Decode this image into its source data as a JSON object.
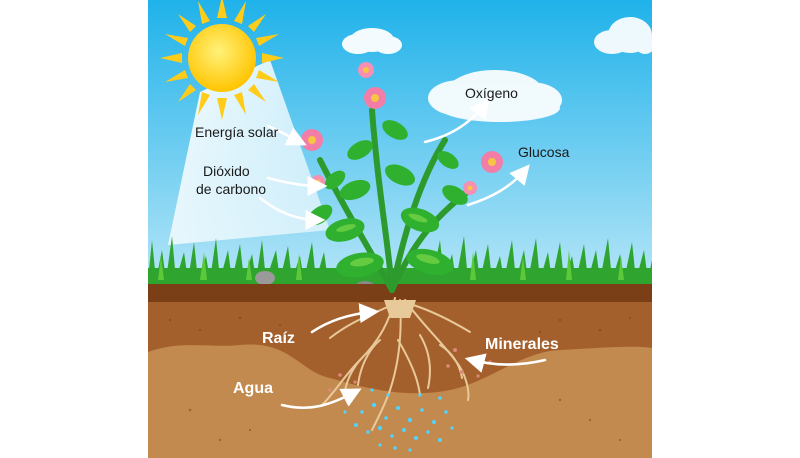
{
  "labels": {
    "energia_solar": "Energía solar",
    "dioxido_line1": "Dióxido",
    "dioxido_line2": "de carbono",
    "oxigeno": "Oxígeno",
    "glucosa": "Glucosa",
    "raiz": "Raíz",
    "minerales": "Minerales",
    "agua": "Agua"
  },
  "colors": {
    "sky_top": "#1fb2ea",
    "sky_bottom": "#bde8f8",
    "sun": "#ffd21f",
    "grass": "#2fa52f",
    "topsoil": "#8b4a1e",
    "subsoil": "#a4602c",
    "deep_soil": "#c28a4e",
    "flower": "#f27ea8",
    "water_drop": "#4fd3ff"
  }
}
